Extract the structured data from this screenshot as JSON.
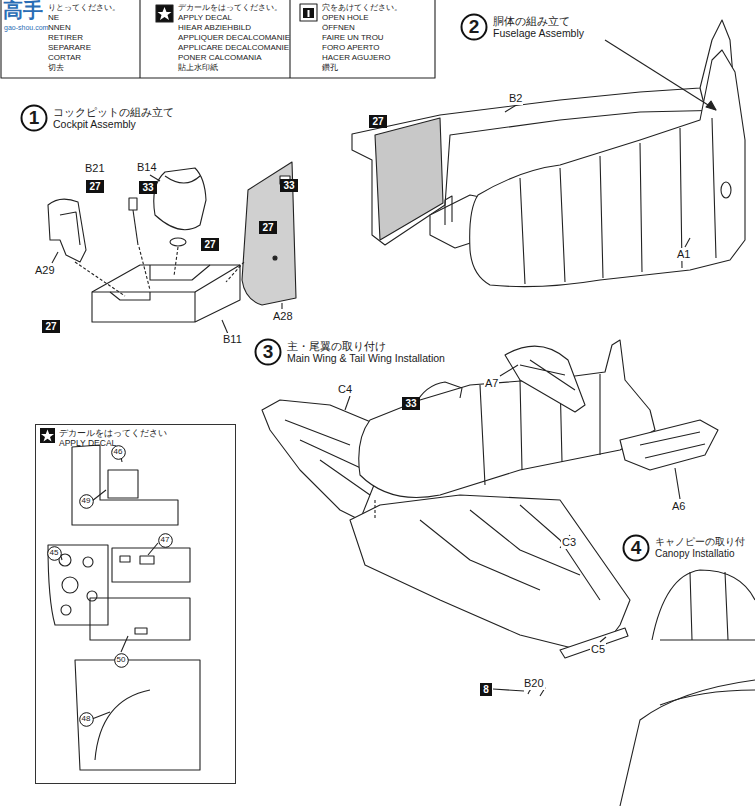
{
  "diagram": {
    "nodes": [
      {
        "text": [
          "りとってください。",
          "NE",
          "NNEN",
          "RETIRER",
          "SEPARARE",
          "CORTAR",
          "切去"
        ]
      },
      {
        "text": [
          "デカールをはってください。",
          "APPLY DECAL",
          "HIEAR ABZIEHBILD",
          "APPLIQUER DECALCOMANIE",
          "APPLICARE DECALCOMANIE",
          "PONER CALCOMANIA",
          "貼上水印紙"
        ]
      },
      {
        "text": [
          "穴をあけてください。",
          "OPEN HOLE",
          "ÖFFNEN",
          "FAIRE UN TROU",
          "FORO APERTO",
          "HACER AGUJERO",
          "鑽孔"
        ]
      },
      {
        "text": [
          "2",
          "胴体の組み立て",
          "Fuselage Assembly"
        ]
      },
      {
        "text": [
          "27"
        ]
      },
      {
        "text": [
          "1",
          "コックピットの組み立て",
          "Cockpit Assembly"
        ]
      },
      {
        "text": [
          "27"
        ]
      },
      {
        "text": [
          "33"
        ]
      },
      {
        "text": [
          "33"
        ]
      },
      {
        "text": [
          "27"
        ]
      },
      {
        "text": [
          "27"
        ]
      },
      {
        "text": [
          "27"
        ]
      },
      {
        "text": [
          "3",
          "主・尾翼の取り付け",
          "Main Wing & Tail Wing Installation"
        ]
      },
      {
        "text": [
          "33"
        ]
      },
      {
        "text": [
          "デカールをはってください",
          "APPLY DECAL"
        ]
      },
      {
        "text": [
          "46"
        ],
        "in": 14
      },
      {
        "text": [
          "49"
        ],
        "in": 14
      },
      {
        "text": [
          "47"
        ],
        "in": 14
      },
      {
        "text": [
          "45"
        ],
        "in": 14
      },
      {
        "text": [
          "50"
        ],
        "in": 14
      },
      {
        "text": [
          "48"
        ],
        "in": 14
      },
      {
        "text": [
          "4",
          "キャノピーの取り付",
          "Canopy Installatio"
        ]
      },
      {
        "text": [
          "8"
        ]
      }
    ],
    "labels": [
      "高手",
      "gao-shou.com",
      "B2",
      "B21",
      "B14",
      "A1",
      "A29",
      "A28",
      "B11",
      "C4",
      "A7",
      "A6",
      "C3",
      "C5",
      "B20"
    ]
  }
}
